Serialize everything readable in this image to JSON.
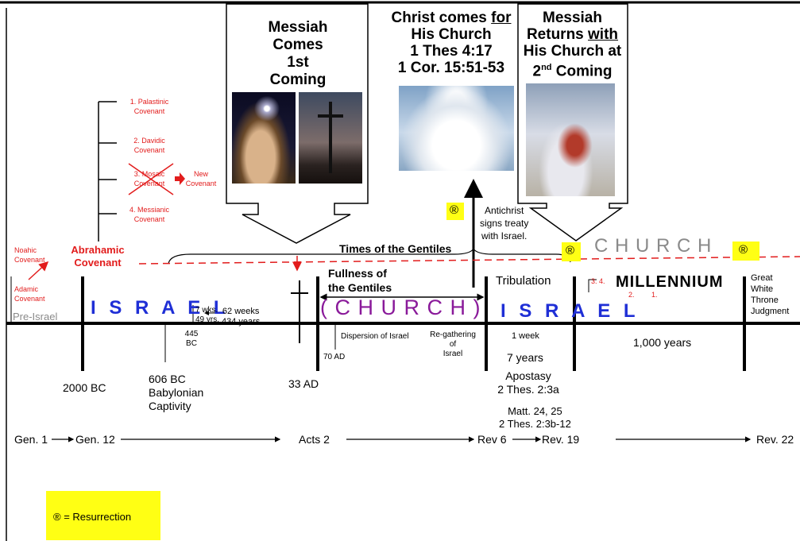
{
  "boxes": {
    "first_coming": {
      "l1": "Messiah",
      "l2": "Comes",
      "l3": "1st",
      "l4": "Coming"
    },
    "second_coming": {
      "l1": "Messiah",
      "l2a": "Returns ",
      "l2b": "with",
      "l3": "His Church at",
      "l4a": "2",
      "l4sup": "nd",
      "l4b": " Coming"
    }
  },
  "rapture": {
    "l1a": "Christ comes ",
    "l1b": "for",
    "l2": "His Church",
    "l3": "1 Thes 4:17",
    "l4": "1 Cor. 15:51-53"
  },
  "covenants": {
    "c1a": "1. Palastinic",
    "c1b": "Covenant",
    "c2a": "2. Davidic",
    "c2b": "Covenant",
    "c3a": "3. Mosaic",
    "c3b": "Covenant",
    "new_a": "New",
    "new_b": "Covenant",
    "c4a": "4. Messianic",
    "c4b": "Covenant",
    "noahic_a": "Noahic",
    "noahic_b": "Covenant",
    "abr_a": "Abrahamic",
    "abr_b": "Covenant",
    "adamic_a": "Adamic",
    "adamic_b": "Covenant"
  },
  "labels": {
    "pre_israel": "Pre-Israel",
    "israel1": "I S R A E L",
    "israel2": "I S R A E L",
    "church_paren": "( C H U R C H )",
    "church_top": "C H U R C H",
    "times_gentiles": "Times of the Gentiles",
    "fullness_a": "Fullness of",
    "fullness_b": "the Gentiles",
    "tribulation": "Tribulation",
    "antichrist_a": "Antichrist",
    "antichrist_b": "signs treaty",
    "antichrist_c": "with Israel.",
    "millennium": "MILLENNIUM",
    "mill_34": "3. 4.",
    "mill_2": "2.",
    "mill_1": "1.",
    "great_a": "Great",
    "great_b": "White",
    "great_c": "Throne",
    "great_d": "Judgment",
    "wks7a": "7 wks.",
    "wks7b": "49 yrs.",
    "wks62a": "62 weeks",
    "wks62b": "434 years",
    "bc445a": "445",
    "bc445b": "BC",
    "dispersion": "Dispersion of Israel",
    "regather_a": "Re-gathering",
    "regather_b": "of",
    "regather_c": "Israel",
    "ad70": "70 AD",
    "week1": "1 week",
    "years7": "7 years",
    "years1000": "1,000 years",
    "bc2000": "2000 BC",
    "bc606a": "606 BC",
    "bc606b": "Babylonian",
    "bc606c": "Captivity",
    "ad33": "33 AD",
    "apostasy_a": "Apostasy",
    "apostasy_b": "2 Thes. 2:3a",
    "matt_a": "Matt. 24, 25",
    "matt_b": "2 Thes. 2:3b-12",
    "resurrection_symbol": "®",
    "legend": "® = Resurrection"
  },
  "scripture": [
    "Gen. 1",
    "Gen. 12",
    "Acts 2",
    "Rev 6",
    "Rev. 19",
    "Rev. 22"
  ],
  "colors": {
    "red": "#e21c1c",
    "blue": "#1f2fd6",
    "purple": "#8a1a9a",
    "highlight": "#ffff14",
    "gray": "#8a8a8a"
  }
}
